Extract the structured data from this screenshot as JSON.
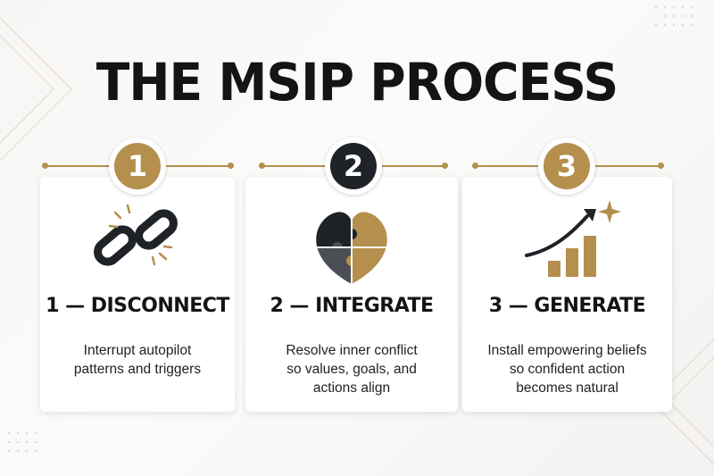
{
  "title": "THE MSIP PROCESS",
  "colors": {
    "gold": "#b48f4e",
    "dark": "#1f2227",
    "gray": "#4b4e54"
  },
  "steps": [
    {
      "number": "1",
      "badge_style": "gold",
      "icon": "broken-chain-icon",
      "heading": "1 — DISCONNECT",
      "description_lines": [
        "Interrupt autopilot",
        "patterns and triggers"
      ]
    },
    {
      "number": "2",
      "badge_style": "dark",
      "icon": "puzzle-heart-icon",
      "heading": "2 — INTEGRATE",
      "description_lines": [
        "Resolve inner conflict",
        "so values, goals, and",
        "actions align"
      ]
    },
    {
      "number": "3",
      "badge_style": "gold",
      "icon": "growth-chart-icon",
      "heading": "3 — GENERATE",
      "description_lines": [
        "Install empowering beliefs",
        "so confident action",
        "becomes natural"
      ]
    }
  ]
}
